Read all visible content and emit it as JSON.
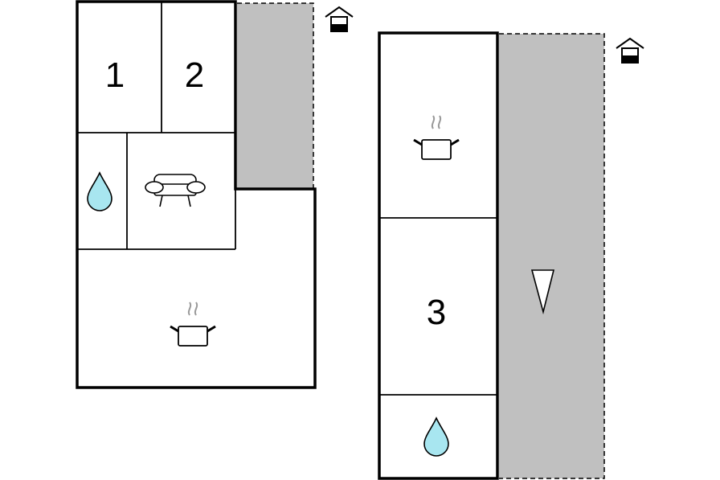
{
  "colors": {
    "wall": "#000000",
    "outdoor_area": "#c0c0c0",
    "water_fill": "#a8e6f0",
    "background": "#ffffff"
  },
  "building_a": {
    "rooms": [
      {
        "label": "1",
        "type": "bedroom"
      },
      {
        "label": "2",
        "type": "bedroom"
      },
      {
        "label": "",
        "type": "bathroom",
        "icon": "water-drop-icon"
      },
      {
        "label": "",
        "type": "living-room",
        "icon": "sofa-icon"
      },
      {
        "label": "",
        "type": "kitchen",
        "icon": "cooking-pot-icon"
      }
    ],
    "outdoor": {
      "type": "terrace"
    },
    "entrance_icon": "house-entrance-icon"
  },
  "building_b": {
    "rooms": [
      {
        "label": "",
        "type": "kitchen",
        "icon": "cooking-pot-icon"
      },
      {
        "label": "3",
        "type": "bedroom"
      },
      {
        "label": "",
        "type": "bathroom",
        "icon": "water-drop-icon"
      }
    ],
    "outdoor": {
      "type": "terrace",
      "icon": "direction-triangle-icon"
    },
    "entrance_icon": "house-entrance-icon"
  }
}
